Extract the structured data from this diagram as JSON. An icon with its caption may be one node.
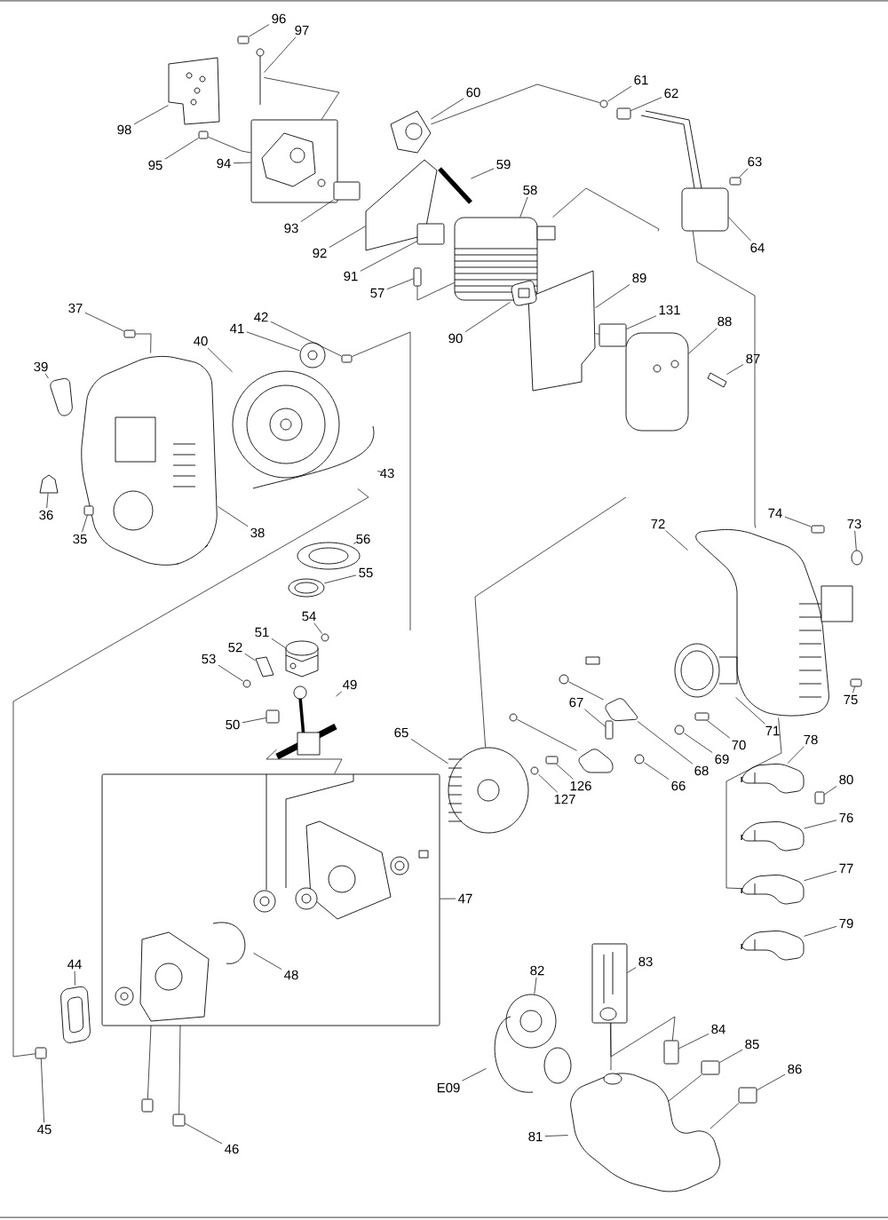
{
  "diagram": {
    "nodes": [
      {
        "text": [],
        "shape": "box"
      },
      {
        "text": [],
        "shape": "picture"
      },
      {
        "text": [],
        "shape": "picture"
      },
      {
        "text": [],
        "shape": "circle"
      },
      {
        "text": [],
        "shape": "box"
      },
      {
        "text": [],
        "shape": "picture"
      },
      {
        "text": [],
        "shape": "box"
      },
      {
        "text": [],
        "shape": "picture"
      },
      {
        "text": [],
        "shape": "box"
      },
      {
        "text": [],
        "shape": "box"
      },
      {
        "text": [],
        "shape": "picture"
      },
      {
        "text": [],
        "shape": "box"
      },
      {
        "text": [],
        "shape": "picture"
      },
      {
        "text": [],
        "shape": "picture"
      },
      {
        "text": [],
        "shape": "box"
      },
      {
        "text": [],
        "shape": "picture"
      },
      {
        "text": [],
        "shape": "box"
      },
      {
        "text": [],
        "shape": "box"
      },
      {
        "text": [],
        "shape": "box"
      },
      {
        "text": [],
        "shape": "box"
      },
      {
        "text": [],
        "shape": "picture"
      },
      {
        "text": [],
        "shape": "picture"
      },
      {
        "text": [],
        "shape": "picture"
      },
      {
        "text": [],
        "shape": "picture"
      },
      {
        "text": [],
        "shape": "picture"
      },
      {
        "text": [],
        "shape": "picture"
      },
      {
        "text": [],
        "shape": "picture"
      },
      {
        "text": [],
        "shape": "picture"
      },
      {
        "text": [],
        "shape": "picture"
      },
      {
        "text": [],
        "shape": "box"
      },
      {
        "text": [],
        "shape": "circle"
      },
      {
        "text": [],
        "shape": "picture"
      },
      {
        "text": [],
        "shape": "box"
      },
      {
        "text": [],
        "shape": "picture"
      },
      {
        "text": [],
        "shape": "picture"
      },
      {
        "text": [],
        "shape": "circle"
      },
      {
        "text": [],
        "shape": "picture"
      },
      {
        "text": [],
        "shape": "picture"
      },
      {
        "text": [],
        "shape": "circle"
      },
      {
        "text": [],
        "shape": "picture"
      },
      {
        "text": [],
        "shape": "box"
      },
      {
        "text": [],
        "shape": "box"
      },
      {
        "text": [],
        "shape": "box"
      },
      {
        "text": [],
        "shape": "box"
      },
      {
        "text": [],
        "shape": "picture"
      },
      {
        "text": [],
        "shape": "picture"
      },
      {
        "text": [],
        "shape": "picture"
      },
      {
        "text": [],
        "shape": "circle"
      },
      {
        "text": [],
        "shape": "picture"
      },
      {
        "text": [],
        "shape": "box"
      },
      {
        "text": [],
        "shape": "circle"
      },
      {
        "text": [],
        "shape": "box"
      },
      {
        "text": [],
        "shape": "circle"
      },
      {
        "text": [],
        "shape": "picture"
      },
      {
        "text": [],
        "shape": "picture"
      },
      {
        "text": [],
        "shape": "box"
      },
      {
        "text": [],
        "shape": "picture"
      },
      {
        "text": [],
        "shape": "picture"
      },
      {
        "text": [],
        "shape": "box"
      },
      {
        "text": [],
        "shape": "picture"
      },
      {
        "text": [],
        "shape": "picture",
        "in": 55
      },
      {
        "text": [],
        "shape": "box"
      },
      {
        "text": [],
        "shape": "box"
      },
      {
        "text": [],
        "shape": "box"
      },
      {
        "text": [],
        "shape": "box"
      },
      {
        "text": [],
        "shape": "picture"
      },
      {
        "text": [],
        "shape": "picture"
      },
      {
        "text": [],
        "shape": "box"
      },
      {
        "text": [
          "96"
        ]
      },
      {
        "text": [
          "97"
        ]
      },
      {
        "text": [
          "60"
        ]
      },
      {
        "text": [
          "61"
        ]
      },
      {
        "text": [
          "62"
        ]
      },
      {
        "text": [
          "98"
        ]
      },
      {
        "text": [
          "63"
        ]
      },
      {
        "text": [
          "59"
        ]
      },
      {
        "text": [
          "95"
        ]
      },
      {
        "text": [
          "94"
        ]
      },
      {
        "text": [
          "58"
        ]
      },
      {
        "text": [
          "93"
        ]
      },
      {
        "text": [
          "64"
        ]
      },
      {
        "text": [
          "92"
        ]
      },
      {
        "text": [
          "91"
        ]
      },
      {
        "text": [
          "89"
        ]
      },
      {
        "text": [
          "57"
        ]
      },
      {
        "text": [
          "131"
        ]
      },
      {
        "text": [
          "37"
        ]
      },
      {
        "text": [
          "42"
        ]
      },
      {
        "text": [
          "88"
        ]
      },
      {
        "text": [
          "41"
        ]
      },
      {
        "text": [
          "90"
        ]
      },
      {
        "text": [
          "40"
        ]
      },
      {
        "text": [
          "87"
        ]
      },
      {
        "text": [
          "39"
        ]
      },
      {
        "text": [
          "43"
        ]
      },
      {
        "text": [
          "36"
        ]
      },
      {
        "text": [
          "72"
        ]
      },
      {
        "text": [
          "74"
        ]
      },
      {
        "text": [
          "73"
        ]
      },
      {
        "text": [
          "38"
        ]
      },
      {
        "text": [
          "35"
        ]
      },
      {
        "text": [
          "56"
        ]
      },
      {
        "text": [
          "55"
        ]
      },
      {
        "text": [
          "54"
        ]
      },
      {
        "text": [
          "51"
        ]
      },
      {
        "text": [
          "52"
        ]
      },
      {
        "text": [
          "53"
        ]
      },
      {
        "text": [
          "49"
        ]
      },
      {
        "text": [
          "67"
        ]
      },
      {
        "text": [
          "75"
        ]
      },
      {
        "text": [
          "50"
        ]
      },
      {
        "text": [
          "70"
        ]
      },
      {
        "text": [
          "71"
        ]
      },
      {
        "text": [
          "65"
        ]
      },
      {
        "text": [
          "78"
        ]
      },
      {
        "text": [
          "69"
        ]
      },
      {
        "text": [
          "68"
        ]
      },
      {
        "text": [
          "80"
        ]
      },
      {
        "text": [
          "66"
        ]
      },
      {
        "text": [
          "126"
        ]
      },
      {
        "text": [
          "127"
        ]
      },
      {
        "text": [
          "76"
        ]
      },
      {
        "text": [
          "77"
        ]
      },
      {
        "text": [
          "47"
        ]
      },
      {
        "text": [
          "79"
        ]
      },
      {
        "text": [
          "44"
        ]
      },
      {
        "text": [
          "83"
        ]
      },
      {
        "text": [
          "82"
        ]
      },
      {
        "text": [
          "48"
        ],
        "in": 55
      },
      {
        "text": [
          "84"
        ]
      },
      {
        "text": [
          "85"
        ]
      },
      {
        "text": [
          "86"
        ]
      },
      {
        "text": [
          "45"
        ]
      },
      {
        "text": [
          "E09"
        ]
      },
      {
        "text": [
          "81"
        ]
      },
      {
        "text": [
          "46"
        ]
      },
      {
        "text": [],
        "shape": "box"
      },
      {
        "text": [],
        "shape": "circle"
      },
      {
        "text": [],
        "shape": "circle"
      },
      {
        "text": [],
        "shape": "picture"
      }
    ],
    "edges": [
      {
        "from": 68,
        "to": 0,
        "arrow": "none"
      },
      {
        "from": 69,
        "to": 1,
        "arrow": "none"
      },
      {
        "from": 70,
        "to": 2,
        "arrow": "none"
      },
      {
        "from": 71,
        "to": 3,
        "arrow": "none"
      },
      {
        "from": 72,
        "to": 4,
        "arrow": "none"
      },
      {
        "from": 73,
        "to": 5,
        "arrow": "none"
      },
      {
        "from": 74,
        "to": 6,
        "arrow": "none"
      },
      {
        "from": 75,
        "to": 7,
        "arrow": "none"
      },
      {
        "from": 76,
        "to": 8,
        "arrow": "none"
      },
      {
        "from": 77,
        "to": 9,
        "arrow": "none"
      },
      {
        "from": 78,
        "to": 10,
        "arrow": "none"
      },
      {
        "from": 79,
        "to": 11,
        "arrow": "none"
      },
      {
        "from": 80,
        "to": 12,
        "arrow": "none"
      },
      {
        "from": 81,
        "to": 13,
        "arrow": "none"
      },
      {
        "from": 82,
        "to": 14,
        "arrow": "none"
      },
      {
        "from": 83,
        "to": 15,
        "arrow": "none"
      },
      {
        "from": 84,
        "to": 16,
        "arrow": "none"
      },
      {
        "from": 85,
        "to": 17,
        "arrow": "none"
      },
      {
        "from": 86,
        "to": 18,
        "arrow": "none"
      },
      {
        "from": 87,
        "to": 19,
        "arrow": "none"
      },
      {
        "from": 88,
        "to": 20,
        "arrow": "none"
      },
      {
        "from": 89,
        "to": 21,
        "arrow": "none"
      },
      {
        "from": 90,
        "to": 22,
        "arrow": "none"
      },
      {
        "from": 91,
        "to": 23,
        "arrow": "none"
      },
      {
        "from": 92,
        "to": 24,
        "arrow": "none"
      },
      {
        "from": 93,
        "to": 25,
        "arrow": "none"
      },
      {
        "from": 94,
        "to": 26,
        "arrow": "none"
      },
      {
        "from": 95,
        "to": 27,
        "arrow": "none"
      },
      {
        "from": 96,
        "to": 28,
        "arrow": "none"
      },
      {
        "from": 97,
        "to": 29,
        "arrow": "none"
      },
      {
        "from": 98,
        "to": 30,
        "arrow": "none"
      },
      {
        "from": 99,
        "to": 31,
        "arrow": "none"
      },
      {
        "from": 100,
        "to": 32,
        "arrow": "none"
      },
      {
        "from": 101,
        "to": 33,
        "arrow": "none"
      },
      {
        "from": 102,
        "to": 34,
        "arrow": "none"
      },
      {
        "from": 103,
        "to": 35,
        "arrow": "none"
      },
      {
        "from": 104,
        "to": 36,
        "arrow": "none"
      },
      {
        "from": 105,
        "to": 37,
        "arrow": "none"
      },
      {
        "from": 106,
        "to": 38,
        "arrow": "none"
      },
      {
        "from": 107,
        "to": 39,
        "arrow": "none"
      },
      {
        "from": 108,
        "to": 40,
        "arrow": "none"
      },
      {
        "from": 109,
        "to": 41,
        "arrow": "none"
      },
      {
        "from": 110,
        "to": 42,
        "arrow": "none"
      },
      {
        "from": 111,
        "to": 43,
        "arrow": "none"
      },
      {
        "from": 112,
        "to": 44,
        "arrow": "none"
      },
      {
        "from": 113,
        "to": 45,
        "arrow": "none"
      },
      {
        "from": 114,
        "to": 46,
        "arrow": "none"
      },
      {
        "from": 115,
        "to": 47,
        "arrow": "none"
      },
      {
        "from": 116,
        "to": 48,
        "arrow": "none"
      },
      {
        "from": 117,
        "to": 49,
        "arrow": "none"
      },
      {
        "from": 118,
        "to": 50,
        "arrow": "none"
      },
      {
        "from": 119,
        "to": 51,
        "arrow": "none"
      },
      {
        "from": 120,
        "to": 52,
        "arrow": "none"
      },
      {
        "from": 121,
        "to": 53,
        "arrow": "none"
      },
      {
        "from": 122,
        "to": 54,
        "arrow": "none"
      },
      {
        "from": 123,
        "to": 55,
        "arrow": "none"
      },
      {
        "from": 124,
        "to": 56,
        "arrow": "none"
      },
      {
        "from": 125,
        "to": 57,
        "arrow": "none"
      },
      {
        "from": 126,
        "to": 58,
        "arrow": "none"
      },
      {
        "from": 127,
        "to": 59,
        "arrow": "none"
      },
      {
        "from": 128,
        "to": 60,
        "arrow": "none"
      },
      {
        "from": 129,
        "to": 61,
        "arrow": "none"
      },
      {
        "from": 130,
        "to": 62,
        "arrow": "none"
      },
      {
        "from": 131,
        "to": 63,
        "arrow": "none"
      },
      {
        "from": 132,
        "to": 64,
        "arrow": "none"
      },
      {
        "from": 133,
        "to": 65,
        "arrow": "none"
      },
      {
        "from": 134,
        "to": 66,
        "arrow": "none"
      },
      {
        "from": 135,
        "to": 67,
        "arrow": "none"
      },
      {
        "from": 1,
        "to": 9,
        "arrow": "none"
      },
      {
        "from": 8,
        "to": 9,
        "arrow": "none"
      },
      {
        "from": 2,
        "to": 3,
        "arrow": "none"
      },
      {
        "from": 10,
        "to": 12,
        "arrow": "none"
      },
      {
        "from": 12,
        "to": 28,
        "arrow": "none"
      },
      {
        "from": 16,
        "to": 10,
        "arrow": "none"
      },
      {
        "from": 15,
        "to": 17,
        "arrow": "none"
      },
      {
        "from": 18,
        "to": 31,
        "arrow": "none"
      },
      {
        "from": 19,
        "to": null,
        "arrow": "none"
      },
      {
        "from": 64,
        "to": 26,
        "arrow": "none"
      },
      {
        "from": 45,
        "to": null,
        "arrow": "none"
      },
      {
        "from": 39,
        "to": 55,
        "arrow": "none"
      },
      {
        "from": 54,
        "to": 28,
        "arrow": "none"
      },
      {
        "from": 58,
        "to": 66,
        "arrow": "none"
      },
      {
        "from": 58,
        "to": 61,
        "arrow": "none"
      },
      {
        "from": 55,
        "to": 67,
        "arrow": "none"
      },
      {
        "from": 55,
        "to": 136,
        "arrow": "none"
      },
      {
        "from": 62,
        "to": 66,
        "arrow": "none"
      },
      {
        "from": 63,
        "to": 66,
        "arrow": "none"
      },
      {
        "from": 137,
        "to": 48,
        "arrow": "none"
      },
      {
        "from": 138,
        "to": 139,
        "arrow": "none"
      }
    ]
  }
}
